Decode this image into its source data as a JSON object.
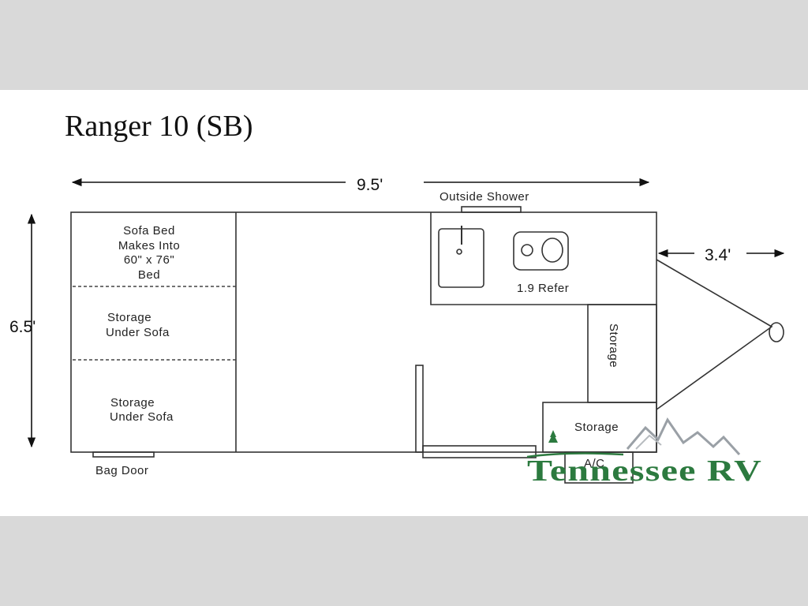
{
  "title": "Ranger 10 (SB)",
  "dimensions": {
    "length": "9.5'",
    "width": "6.5'",
    "tongue": "3.4'"
  },
  "areas": {
    "sofa_bed": [
      "Sofa Bed",
      "Makes Into",
      "60\" x 76\"",
      "Bed"
    ],
    "storage_under_sofa_1": [
      "Storage",
      "Under Sofa"
    ],
    "storage_under_sofa_2": [
      "Storage",
      "Under Sofa"
    ],
    "outside_shower": "Outside Shower",
    "refer": "1.9 Refer",
    "storage_vertical": "Storage",
    "storage_bottom": "Storage",
    "ac": "A/C",
    "bag_door": "Bag Door"
  },
  "logo": {
    "text": "Tennessee RV",
    "colors": {
      "primary": "#2c7a3f",
      "mountain": "#9aa0a6"
    }
  },
  "colors": {
    "background": "#d9d9d9",
    "panel": "#ffffff",
    "line": "#333333"
  }
}
